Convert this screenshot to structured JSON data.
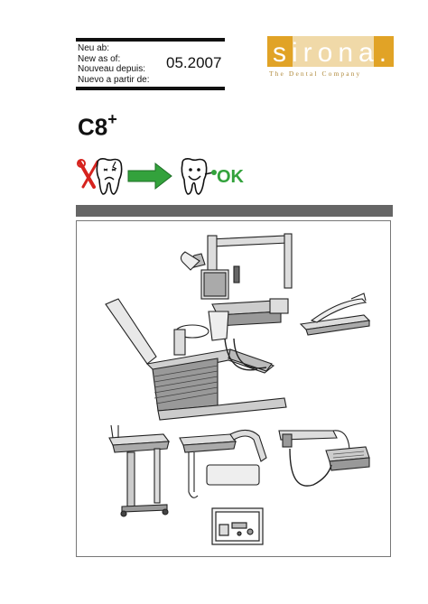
{
  "header": {
    "new_as_of_lines": [
      "Neu ab:",
      "New as of:",
      "Nouveau depuis:",
      "Nuevo a partir de:"
    ],
    "date": "05.2007"
  },
  "brand": {
    "logo_text": "sirona.",
    "tagline": "The Dental Company",
    "colors": {
      "gold": "#e1a326",
      "light_gold": "#f0d9a8"
    }
  },
  "product": {
    "model": "C8",
    "superscript": "+"
  },
  "upgrade_graphic": {
    "ok_text": "OK",
    "colors": {
      "green": "#33a23c",
      "red": "#d6231e"
    },
    "icons": [
      "broken-tooth-icon",
      "arrow-right-icon",
      "happy-tooth-icon"
    ]
  },
  "section_band": {
    "color": "#666666"
  },
  "illustrations": [
    "dental-chair-unit",
    "instrument-tray",
    "tray-on-cart",
    "assistant-element-with-tray",
    "doctor-element-cart",
    "control-panel-box"
  ]
}
